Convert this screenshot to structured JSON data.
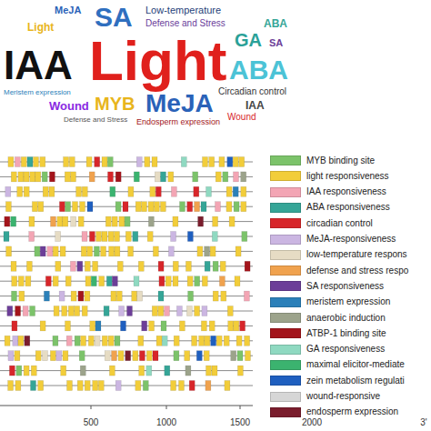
{
  "diagram": {
    "labels": [
      "Light",
      "IAA",
      "SA",
      "ABA",
      "MeJA",
      "GA",
      "MYB",
      "Low-temperature",
      "Defense and Stress",
      "Circadian control",
      "Wound",
      "Endosperm expression",
      "Meristem expression",
      "Light",
      "MeJA",
      "ABA",
      "SA",
      "IAA",
      "Wound",
      "Defense and Stress",
      "500",
      "1000",
      "1500",
      "2000",
      "3'"
    ],
    "legend": [
      {
        "text": "MYB binding site",
        "color": "#7cc36a"
      },
      {
        "text": "light responsiveness",
        "color": "#f2cd3a"
      },
      {
        "text": "IAA responsiveness",
        "color": "#f3a5b4"
      },
      {
        "text": "ABA responsiveness",
        "color": "#35a597"
      },
      {
        "text": "circadian control",
        "color": "#d7262a"
      },
      {
        "text": "MeJA-responsiveness",
        "color": "#cbb6e2"
      },
      {
        "text": "low-temperature respons",
        "color": "#e6dcc4"
      },
      {
        "text": "defense and stress respo",
        "color": "#f0a24e"
      },
      {
        "text": "SA responsiveness",
        "color": "#6c3e98"
      },
      {
        "text": "meristem expression",
        "color": "#2b80b9"
      },
      {
        "text": "anaerobic induction",
        "color": "#9ca38b"
      },
      {
        "text": "ATBP-1 binding site",
        "color": "#a3141b"
      },
      {
        "text": "GA responsiveness",
        "color": "#8fd9c1"
      },
      {
        "text": "maximal elicitor-mediate",
        "color": "#3bb36f"
      },
      {
        "text": "zein metabolism regulati",
        "color": "#1f5fbf"
      },
      {
        "text": "wound-responsive",
        "color": "#d6d6d6"
      },
      {
        "text": "endosperm expression",
        "color": "#7a1d2d"
      }
    ]
  }
}
